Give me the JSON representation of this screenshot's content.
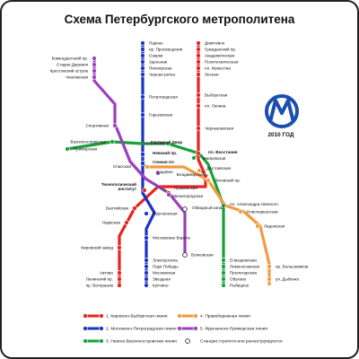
{
  "title": "Схема Петербургского метрополитена",
  "year": "2010 ГОД",
  "colors": {
    "red": "#e5231f",
    "blue": "#1a33c7",
    "green": "#18a03a",
    "orange": "#f29b3c",
    "purple": "#9b3fbf",
    "logo": "#1a4fb0",
    "border": "#222222"
  },
  "stations": {
    "red": [
      "Девяткино",
      "Гражданский пр.",
      "Академическая",
      "Политехническая",
      "пл. Мужества",
      "Лесная",
      "Выборгская",
      "пл. Ленина",
      "Чернышевская",
      "пл. Восстания",
      "Владимирская",
      "Пушкинская",
      "Технологический институт",
      "Балтийская",
      "Нарвская",
      "Кировский завод",
      "Автово",
      "Ленинский пр.",
      "пр. Ветеранов"
    ],
    "blue": [
      "Парнас",
      "пр. Просвещения",
      "Озерки",
      "Удельная",
      "Пионерская",
      "Черная речка",
      "Петроградская",
      "Горьковская",
      "Невский пр.",
      "Сенная пл.",
      "Фрунзенская",
      "Московские Ворота",
      "Электросила",
      "Парк Победы",
      "Московская",
      "Звездная",
      "Купчино"
    ],
    "green": [
      "Приморская",
      "Василеостровская",
      "Гостиный Двор",
      "Маяковская",
      "пл. Александра Невского",
      "Елизаровская",
      "Ломоносовская",
      "Пролетарская",
      "Обухово",
      "Рыбацкое"
    ],
    "orange": [
      "Спасская",
      "Достоевская",
      "Лиговский пр.",
      "Новочеркасская",
      "Ладожская",
      "пр. Большевиков",
      "ул. Дыбенко"
    ],
    "purple": [
      "Комендантский пр.",
      "Старая Деревня",
      "Крестовский остров",
      "Чкаловская",
      "Спортивная",
      "Садовая",
      "Звенигородская",
      "Обводный канал",
      "Волковская"
    ]
  },
  "legend": [
    {
      "color": "red",
      "label": "1. Кировско-Выборгская линия"
    },
    {
      "color": "blue",
      "label": "2. Московско-Петроградская линия"
    },
    {
      "color": "green",
      "label": "3. Невско-Василеостровская линия"
    },
    {
      "color": "orange",
      "label": "4. Правобережная линия"
    },
    {
      "color": "purple",
      "label": "5. Фрунзенско-Приморская линия"
    },
    {
      "color": "outline",
      "label": "Станции строятся или реконструируются"
    }
  ]
}
